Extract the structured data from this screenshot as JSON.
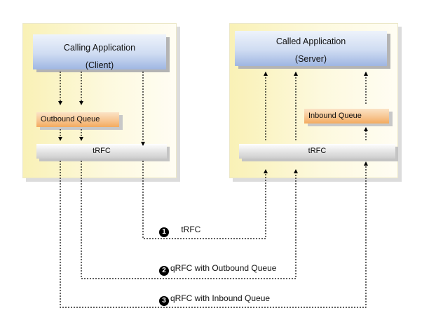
{
  "client": {
    "app_title": "Calling Application",
    "app_subtitle": "(Client)",
    "queue_label": "Outbound Queue",
    "bar_label": "tRFC"
  },
  "server": {
    "app_title": "Called Application",
    "app_subtitle": "(Server)",
    "queue_label": "Inbound Queue",
    "bar_label": "tRFC"
  },
  "connections": [
    {
      "number": "1",
      "label": "tRFC"
    },
    {
      "number": "2",
      "label": "qRFC with Outbound Queue"
    },
    {
      "number": "3",
      "label": "qRFC with Inbound Queue"
    }
  ]
}
